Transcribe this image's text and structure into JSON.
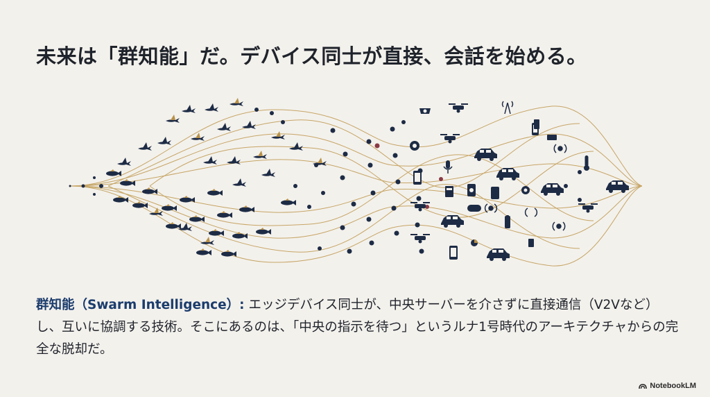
{
  "slide": {
    "title": "未来は「群知能」だ。デバイス同士が直接、会話を始める。",
    "term": "群知能（Swarm Intelligence）:",
    "description": " エッジデバイス同士が、中央サーバーを介さずに直接通信（V2Vなど）し、互いに協調する技術。そこにあるのは、「中央の指示を待つ」というルナ1号時代のアーキテクチャからの完全な脱却だ。"
  },
  "illustration": {
    "left_group": [
      "bird-icon",
      "fish-icon"
    ],
    "right_group": [
      "drone-icon",
      "car-icon",
      "camera-icon",
      "phone-icon",
      "microphone-icon",
      "antenna-icon",
      "sensor-icon"
    ],
    "colors": {
      "navy": "#1d2b45",
      "gold": "#b8914a",
      "maroon": "#8a3a45",
      "link": "#c6a565"
    }
  },
  "brand": {
    "name": "NotebookLM"
  }
}
